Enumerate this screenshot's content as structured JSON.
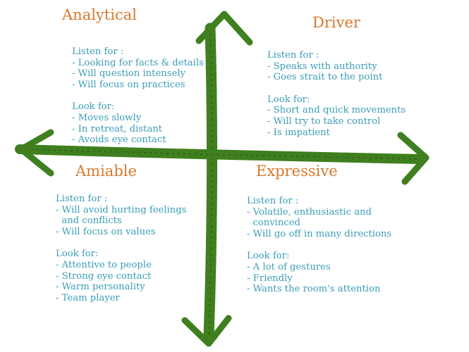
{
  "colors": {
    "axis": "#3f7f1f",
    "axis_dark": "#2c5e12",
    "title": "#d9772b",
    "text": "#3b9db8"
  },
  "quadrants": {
    "analytical": {
      "title": "Analytical",
      "listen_label": "Listen for :",
      "listen": [
        "- Looking for facts & details",
        "- Will question intensely",
        "- Will focus on practices"
      ],
      "look_label": "Look for:",
      "look": [
        "- Moves slowly",
        "- In retreat, distant",
        "- Avoids eye contact"
      ]
    },
    "driver": {
      "title": "Driver",
      "listen_label": "Listen for :",
      "listen": [
        "- Speaks with authority",
        "- Goes strait to the point"
      ],
      "look_label": "Look for:",
      "look": [
        "- Short and quick movements",
        "- Will try to take control",
        "- Is impatient"
      ]
    },
    "amiable": {
      "title": "Amiable",
      "listen_label": "Listen for :",
      "listen": [
        "- Will avoid hurting feelings",
        "  and conflicts",
        "- Will focus on values"
      ],
      "look_label": "Look for:",
      "look": [
        "- Attentive to people",
        "- Strong eye contact",
        "- Warm personality",
        "- Team player"
      ]
    },
    "expressive": {
      "title": "Expressive",
      "listen_label": "Listen for :",
      "listen": [
        "- Volatile, enthusiastic and",
        "  convinced",
        "- Will go off in many directions"
      ],
      "look_label": "Look for:",
      "look": [
        "- A lot of gestures",
        "- Friendly",
        "- Wants the room's attention"
      ]
    }
  }
}
